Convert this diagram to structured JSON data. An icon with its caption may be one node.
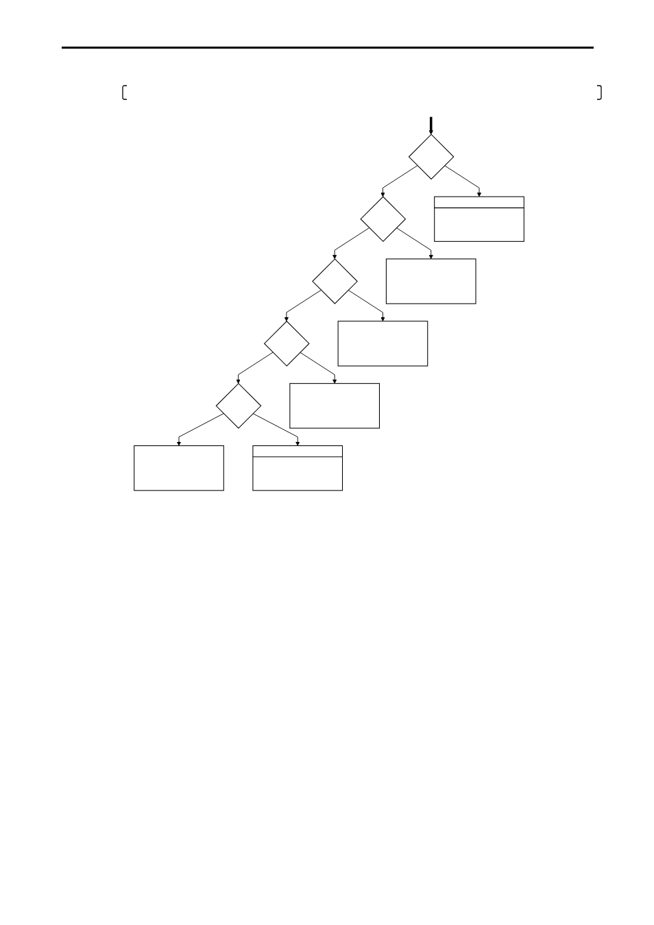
{
  "diagram": {
    "nodes": [
      {
        "text": [],
        "shape": "diamond"
      },
      {
        "text": [],
        "shape": "box"
      },
      {
        "text": [],
        "shape": "diamond"
      },
      {
        "text": [],
        "shape": "box"
      },
      {
        "text": [],
        "shape": "diamond"
      },
      {
        "text": [],
        "shape": "box"
      },
      {
        "text": [],
        "shape": "diamond"
      },
      {
        "text": [],
        "shape": "box"
      },
      {
        "text": [],
        "shape": "diamond"
      },
      {
        "text": [],
        "shape": "box"
      },
      {
        "text": [],
        "shape": "box"
      }
    ],
    "edges": [
      {
        "from": null,
        "to": 0,
        "arrow": "to",
        "style": "thick"
      },
      {
        "from": 0,
        "to": 1,
        "arrow": "to"
      },
      {
        "from": 0,
        "to": 2,
        "arrow": "to"
      },
      {
        "from": 2,
        "to": 3,
        "arrow": "to"
      },
      {
        "from": 2,
        "to": 4,
        "arrow": "to"
      },
      {
        "from": 4,
        "to": 5,
        "arrow": "to"
      },
      {
        "from": 4,
        "to": 6,
        "arrow": "to"
      },
      {
        "from": 6,
        "to": 7,
        "arrow": "to"
      },
      {
        "from": 6,
        "to": 8,
        "arrow": "to"
      },
      {
        "from": 8,
        "to": 9,
        "arrow": "to"
      },
      {
        "from": 8,
        "to": 10,
        "arrow": "to"
      }
    ]
  }
}
